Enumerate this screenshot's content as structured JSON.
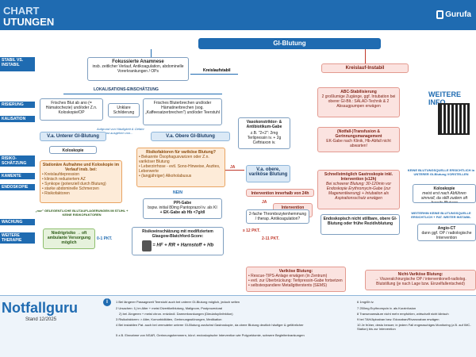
{
  "header": {
    "title_line1": "CHART",
    "title_line2": "UTUNGEN",
    "brand": "Gurufa"
  },
  "sidebar": {
    "items": [
      "STABIL VS. INSTABIL",
      "RISIERUNG",
      "KALISATION",
      "RISIKO- SCHÄTZUNG",
      "KAMENTE",
      "ENDOSKOPIE",
      "WACHUNG",
      "WEITERE THERAPIE"
    ]
  },
  "main_title": "GI-Blutung",
  "anamnese": {
    "title": "Fokussierte Anamnese",
    "text": "insb. zeitlicher Verlauf, Antikoagulation, abdominelle Vorerkrankungen / OPs"
  },
  "stable_label": "Kreislaufstabil",
  "instable_label": "Kreislauf-Instabil",
  "localization": "LOKALISATIONS-EINSCHÄTZUNG",
  "lower_hint": "Frisches Blut ab ano (= Hämatochezie) und/oder Z.n. Koloskopie/OP",
  "unclear": "Unklare Schilderung",
  "upper_hint": "Frisches Bluterbrechen und/oder Hämatinerbrechen (sog. „Kaffeesatzerbrechen\") und/oder Teerstuhl",
  "unclear_note": "Aufgrund von Häufigkeit & Gefahr zunächst ausgehen von...",
  "lower_label": "V.a. Unterer GI-Blutung",
  "upper_label": "V.a. Obere GI-Blutung",
  "koloskopie_title": "Koloskopie",
  "stationary": {
    "title": "Stationäre Aufnahme und Koloskopie im Verlauf insb. bei:",
    "items": [
      "Kreislaufdepression",
      "klinisch reduziertem AZ",
      "Synkope (potenziell durch Blutung)",
      "starke abdominelle Schmerzen",
      "Risikofaktoren"
    ]
  },
  "varix_risk": {
    "title": "Risikofaktoren für variköse Blutung?",
    "items": [
      "Bekannte Ösophagusvarizen oder Z.n. variköser Blutung",
      "Leberzirrhose - evtl. Sono-Hinweise, Aszites, Leberwerte",
      "(langjähriger) Alkoholabusus"
    ]
  },
  "nein": "NEIN",
  "ja": "JA",
  "ppi": {
    "title": "PPI-Gabe",
    "dose": "bspw. initial 80mg Pantoprazol iv. als KI",
    "ek": "+ EK-Gabe ab Hb <7g/dl"
  },
  "risk_note": "„nur\" GELEGENTLICHE BLUTAUFLAGERUNGEN IM STUHL + KEINE RISIKOFAKTOREN",
  "low_risk": "Niedrigrisiko → oft ambulante Versorgung möglich",
  "gbs_range": "0-1 PKT.",
  "gbs": {
    "title": "Risikoeinschätzung mit modifiziertem Glasgow-Blatchford-Score:",
    "formula": "= HF + RR + Harnstoff + Hb"
  },
  "vaso": {
    "title": "Vasokonstriktor- & Antibiotikum-Gabe",
    "text": "z.B. \"2+2\": 2mg Terlipressin iv. + 2g Ceftriaxon iv."
  },
  "upper_varix": "V.a. obere, variköse Blutung",
  "intervention_24": "Intervention innerhalb von 24h",
  "intervention_12": "Intervention frühelektiv <72h",
  "thrombo": "2-fache Thrombozytenhemmung / therap. Antikoagulation?",
  "ge12": "≥ 12 PKT.",
  "range_2_11": "2-11 PKT.",
  "abc": {
    "title": "ABC-Stabilisierung",
    "text": "2 großlumige Zugänge, ggf. Intubation bei oberer GI-Blt.: SALAD-Technik & 2 Absaugpumpen erwägen"
  },
  "transfusion": {
    "title": "(Notfall-)Transfusion & Gerinnungsmanagement",
    "text": "EK-Gabe nach Klinik, Hb-Abfall nicht abwarten!"
  },
  "quick_gastro": {
    "title": "Schnellstmöglich Gastroskopie inkl. Intervention (≤12h)",
    "text": "Bei schwerer Blutung: 30-120min vor Endoskopie Erythromycin-Gabe (zur Magenentleerung) + Intubation als Aspirationsschutz erwägen"
  },
  "endo_fail": "Endoskopisch nicht stillbare, obere GI-Blutung oder frühe Rezidivblutung",
  "varix_bleed": {
    "title": "Variköse Blutung:",
    "items": [
      "Rescue-TIPS-Anlage erwägen (in Zentrum)",
      "evtl. zur Überbrückung: Terlipressin-Gabe fortsetzen",
      "selbstexpandiere Metallgitterstents (SEMS)"
    ]
  },
  "nonvarix_bleed": {
    "title": "Nicht-Variköse Blutung:",
    "text": "→ Viszeralchirurgische OP / interventionell-radiolog. Blutstillung (je nach Lage bzw. Einzelfallentscheid)"
  },
  "right": {
    "more": "WEITERE INFO",
    "no_source": "KEINE BLUTUNGSQUELLE ERSICHTLICH in UNTERER GI-Blutung VORSTELLEN",
    "kolo_title": "Koloskopie",
    "kolo_text": "meist erst nach Abführen sinnvoll, da stillt zudem oft bereits Blutung",
    "further": "WEITERHIN KEINE BLUTUNGSQUELLE ERSICHTLICH + PAT. WEITER INSTABIL",
    "angio_title": "Angio-CT",
    "angio_text": "dann ggf. OP / radiologische Intervention"
  },
  "footer": {
    "brand": "Notfallguru",
    "date": "Stand 12/2025",
    "notes_left": [
      "1 Bei längerer Passagezeit Teerstuhl auch bei unterer GI-Blutung möglich, jedoch selten",
      "2 Ursachen: 1) im Alter + meist Divertikelblutung, Malignom, Postprozedural",
      "2) bei Jüngeren + meist chron. entzündl. Darmerkrankungen (Dieulafoy/Infektion)",
      "3 Risikofaktoren: > Alter, Komorbiditäten, Gerinnungsstörungen, Medikation",
      "4 Bei instabilen Pat. auch bei vermuteter unterer GI-Blutung zunächst Gastroskopie, da obere Blutung deutlich häufiger & gefährlicher",
      "5 z.B. Einnahme von NSAR, Gerinnungshemmern, kürzl. endoskopische Intervention wie Polypektomie, schwere Begleiterkrankungen"
    ],
    "notes_right": [
      "6 1mg/6h iv.",
      "7 250mg Erythromycin iv. als Kurzinfusion",
      "8 Transexamsäure nicht mehr empfohlen, wirtschaft nicht klinisch",
      "9 bei TAH/Apixaban bzw. Edoxaban/Rivaroxaban erwägen",
      "10 Je früher, desto besser; in jedem Fall engmaschiges Monitoring (z.B. auf IMC-Station) bis zur Intervention"
    ]
  },
  "colors": {
    "primary": "#1f6bb1",
    "danger": "#c0392b",
    "orange": "#e8a463",
    "green": "#8ebf6e"
  }
}
